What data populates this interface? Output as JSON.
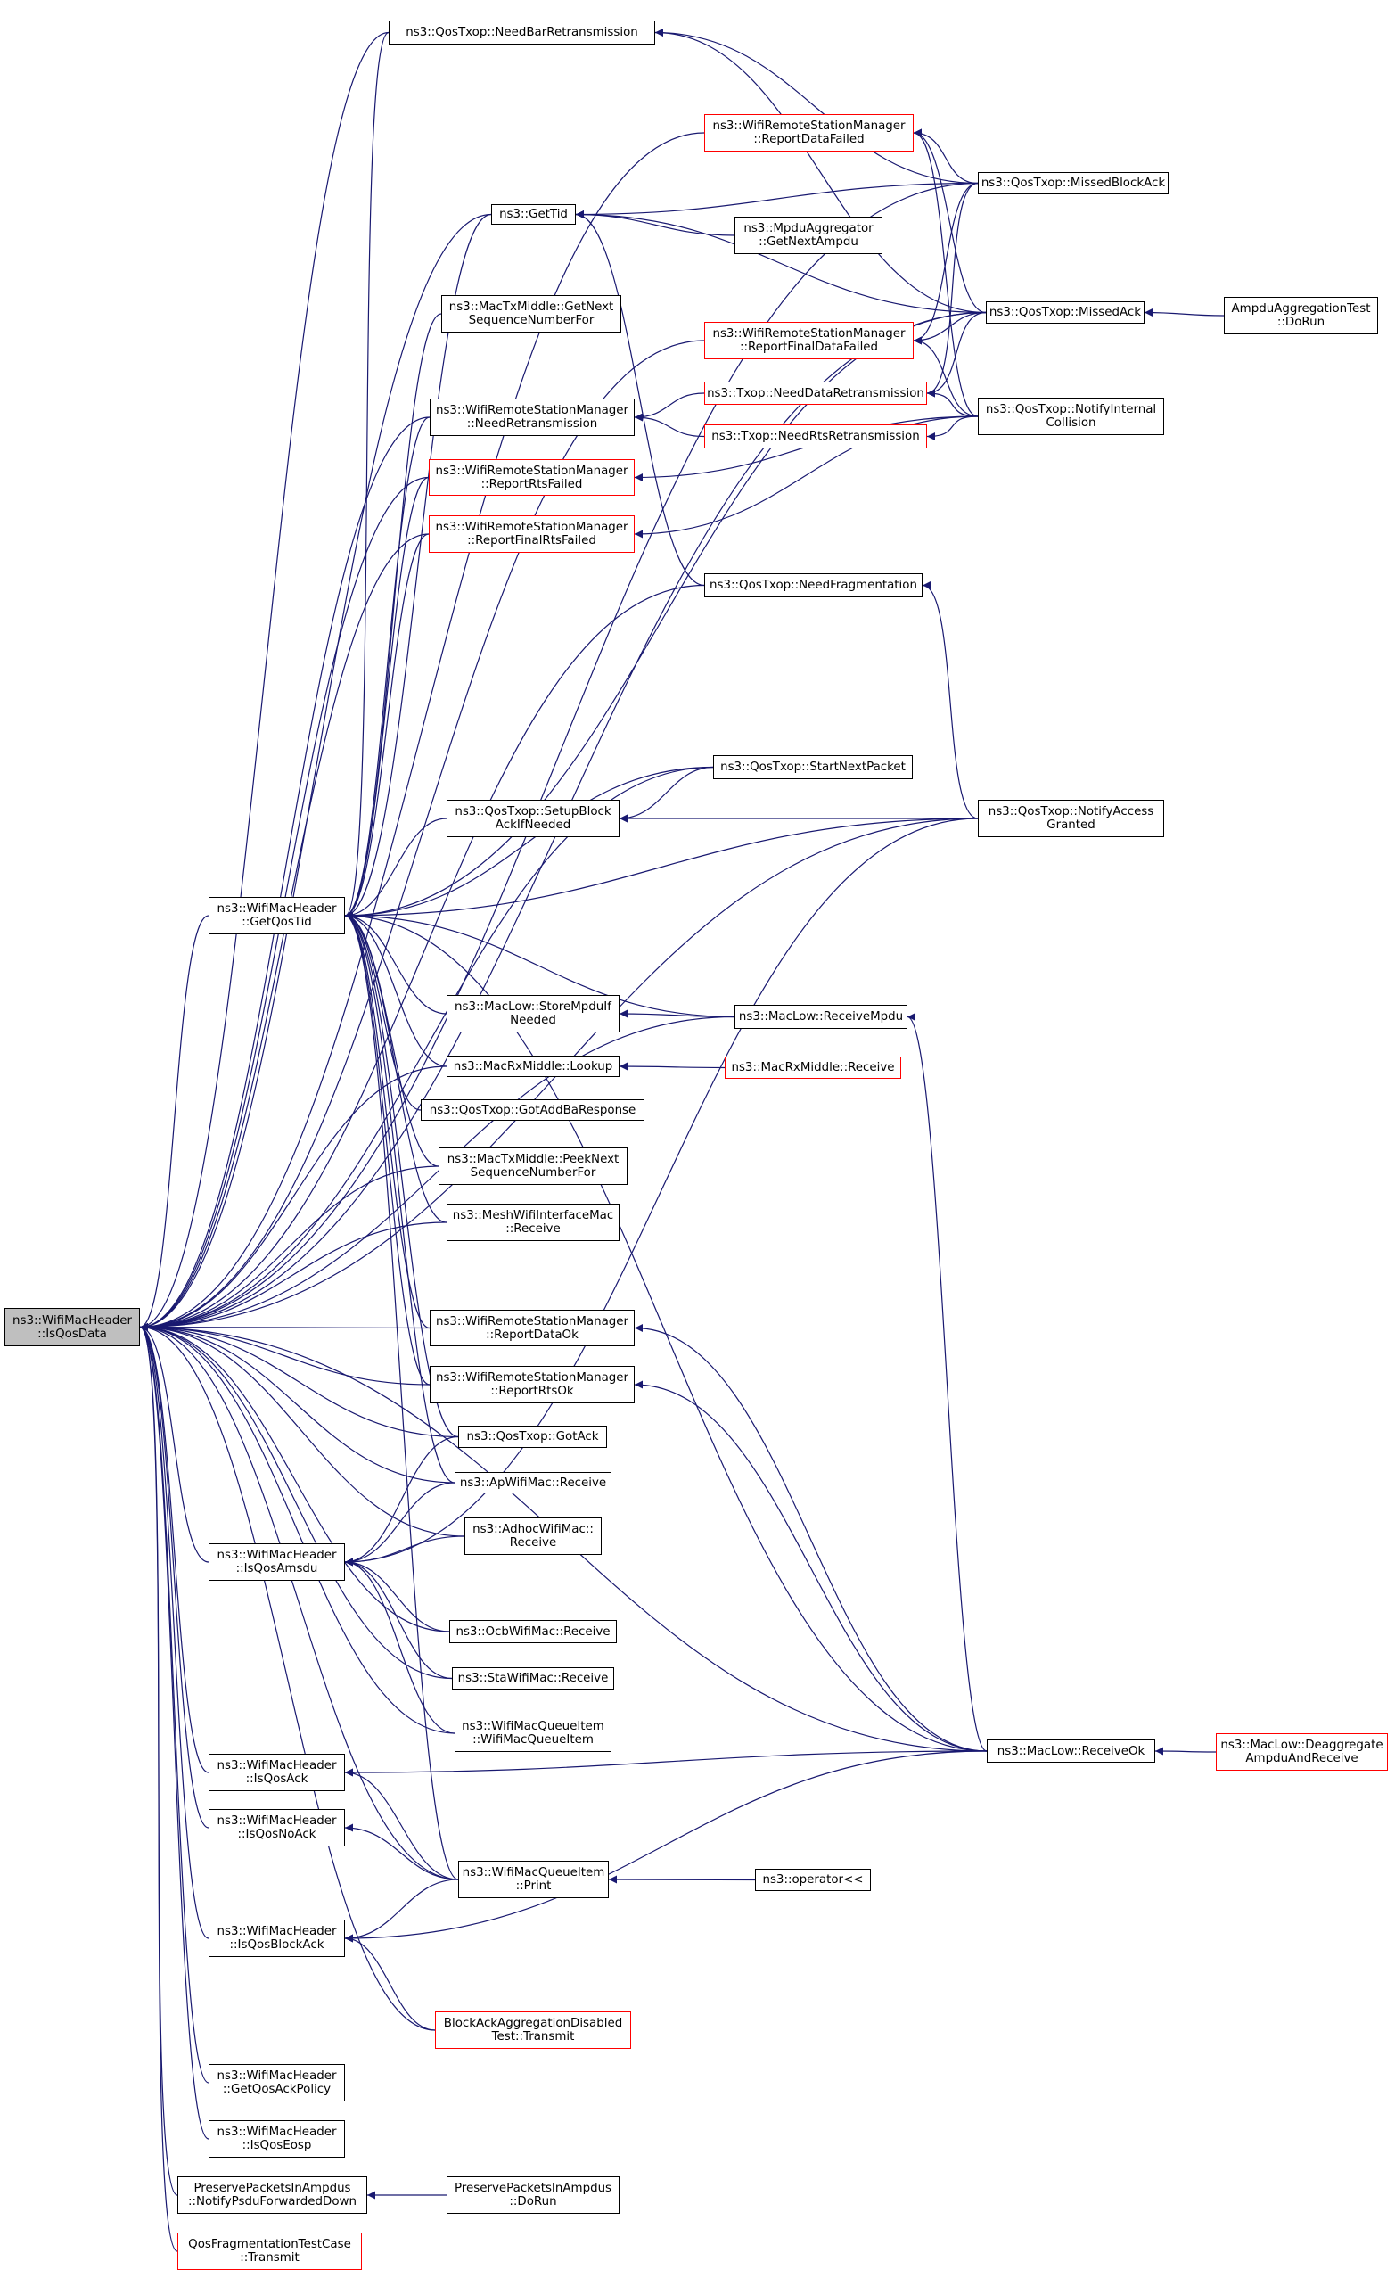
{
  "graph": {
    "edge_color": "#191970",
    "highlight_border_color": "#ff0000",
    "focus_fill_color": "#bfbfbf",
    "nodes": [
      {
        "id": "focus",
        "lines": [
          "ns3::WifiMacHeader",
          "::IsQosData"
        ],
        "style": "focus"
      },
      {
        "id": "needbar",
        "lines": [
          "ns3::QosTxop::NeedBarRetransmission"
        ],
        "style": "normal"
      },
      {
        "id": "rdf",
        "lines": [
          "ns3::WifiRemoteStationManager",
          "::ReportDataFailed"
        ],
        "style": "red"
      },
      {
        "id": "mba",
        "lines": [
          "ns3::QosTxop::MissedBlockAck"
        ],
        "style": "normal"
      },
      {
        "id": "gettid",
        "lines": [
          "ns3::GetTid"
        ],
        "style": "normal"
      },
      {
        "id": "mpdu",
        "lines": [
          "ns3::MpduAggregator",
          "::GetNextAmpdu"
        ],
        "style": "normal"
      },
      {
        "id": "txmid",
        "lines": [
          "ns3::MacTxMiddle::GetNext",
          "SequenceNumberFor"
        ],
        "style": "normal"
      },
      {
        "id": "rffd",
        "lines": [
          "ns3::WifiRemoteStationManager",
          "::ReportFinalDataFailed"
        ],
        "style": "red"
      },
      {
        "id": "ma",
        "lines": [
          "ns3::QosTxop::MissedAck"
        ],
        "style": "normal"
      },
      {
        "id": "ampdutest",
        "lines": [
          "AmpduAggregationTest",
          "::DoRun"
        ],
        "style": "normal"
      },
      {
        "id": "needdata",
        "lines": [
          "ns3::Txop::NeedDataRetransmission"
        ],
        "style": "red"
      },
      {
        "id": "needretx",
        "lines": [
          "ns3::WifiRemoteStationManager",
          "::NeedRetransmission"
        ],
        "style": "normal"
      },
      {
        "id": "notifyint",
        "lines": [
          "ns3::QosTxop::NotifyInternal",
          "Collision"
        ],
        "style": "normal"
      },
      {
        "id": "needrts",
        "lines": [
          "ns3::Txop::NeedRtsRetransmission"
        ],
        "style": "red"
      },
      {
        "id": "rrf",
        "lines": [
          "ns3::WifiRemoteStationManager",
          "::ReportRtsFailed"
        ],
        "style": "red"
      },
      {
        "id": "rfrf",
        "lines": [
          "ns3::WifiRemoteStationManager",
          "::ReportFinalRtsFailed"
        ],
        "style": "red"
      },
      {
        "id": "needfrag",
        "lines": [
          "ns3::QosTxop::NeedFragmentation"
        ],
        "style": "normal"
      },
      {
        "id": "startnext",
        "lines": [
          "ns3::QosTxop::StartNextPacket"
        ],
        "style": "normal"
      },
      {
        "id": "setupba",
        "lines": [
          "ns3::QosTxop::SetupBlock",
          "AckIfNeeded"
        ],
        "style": "normal"
      },
      {
        "id": "notifyacc",
        "lines": [
          "ns3::QosTxop::NotifyAccess",
          "Granted"
        ],
        "style": "normal"
      },
      {
        "id": "getqostid",
        "lines": [
          "ns3::WifiMacHeader",
          "::GetQosTid"
        ],
        "style": "normal"
      },
      {
        "id": "store",
        "lines": [
          "ns3::MacLow::StoreMpduIf",
          "Needed"
        ],
        "style": "normal"
      },
      {
        "id": "recvmpdu",
        "lines": [
          "ns3::MacLow::ReceiveMpdu"
        ],
        "style": "normal"
      },
      {
        "id": "lookup",
        "lines": [
          "ns3::MacRxMiddle::Lookup"
        ],
        "style": "normal"
      },
      {
        "id": "rxrecv",
        "lines": [
          "ns3::MacRxMiddle::Receive"
        ],
        "style": "red"
      },
      {
        "id": "gotaddba",
        "lines": [
          "ns3::QosTxop::GotAddBaResponse"
        ],
        "style": "normal"
      },
      {
        "id": "peek",
        "lines": [
          "ns3::MacTxMiddle::PeekNext",
          "SequenceNumberFor"
        ],
        "style": "normal"
      },
      {
        "id": "mesh",
        "lines": [
          "ns3::MeshWifiInterfaceMac",
          "::Receive"
        ],
        "style": "normal"
      },
      {
        "id": "rdok",
        "lines": [
          "ns3::WifiRemoteStationManager",
          "::ReportDataOk"
        ],
        "style": "normal"
      },
      {
        "id": "rrok",
        "lines": [
          "ns3::WifiRemoteStationManager",
          "::ReportRtsOk"
        ],
        "style": "normal"
      },
      {
        "id": "gotack",
        "lines": [
          "ns3::QosTxop::GotAck"
        ],
        "style": "normal"
      },
      {
        "id": "ap",
        "lines": [
          "ns3::ApWifiMac::Receive"
        ],
        "style": "normal"
      },
      {
        "id": "adhoc",
        "lines": [
          "ns3::AdhocWifiMac::",
          "Receive"
        ],
        "style": "normal"
      },
      {
        "id": "isamsdu",
        "lines": [
          "ns3::WifiMacHeader",
          "::IsQosAmsdu"
        ],
        "style": "normal"
      },
      {
        "id": "ocb",
        "lines": [
          "ns3::OcbWifiMac::Receive"
        ],
        "style": "normal"
      },
      {
        "id": "sta",
        "lines": [
          "ns3::StaWifiMac::Receive"
        ],
        "style": "normal"
      },
      {
        "id": "queueitem",
        "lines": [
          "ns3::WifiMacQueueItem",
          "::WifiMacQueueItem"
        ],
        "style": "normal"
      },
      {
        "id": "isqosack",
        "lines": [
          "ns3::WifiMacHeader",
          "::IsQosAck"
        ],
        "style": "normal"
      },
      {
        "id": "recvok",
        "lines": [
          "ns3::MacLow::ReceiveOk"
        ],
        "style": "normal"
      },
      {
        "id": "deagg",
        "lines": [
          "ns3::MacLow::Deaggregate",
          "AmpduAndReceive"
        ],
        "style": "red"
      },
      {
        "id": "isqosnoack",
        "lines": [
          "ns3::WifiMacHeader",
          "::IsQosNoAck"
        ],
        "style": "normal"
      },
      {
        "id": "print",
        "lines": [
          "ns3::WifiMacQueueItem",
          "::Print"
        ],
        "style": "normal"
      },
      {
        "id": "operator",
        "lines": [
          "ns3::operator<<"
        ],
        "style": "normal"
      },
      {
        "id": "isqosba",
        "lines": [
          "ns3::WifiMacHeader",
          "::IsQosBlockAck"
        ],
        "style": "normal"
      },
      {
        "id": "badisabled",
        "lines": [
          "BlockAckAggregationDisabled",
          "Test::Transmit"
        ],
        "style": "red"
      },
      {
        "id": "getackpolicy",
        "lines": [
          "ns3::WifiMacHeader",
          "::GetQosAckPolicy"
        ],
        "style": "normal"
      },
      {
        "id": "iseosp",
        "lines": [
          "ns3::WifiMacHeader",
          "::IsQosEosp"
        ],
        "style": "normal"
      },
      {
        "id": "preserve",
        "lines": [
          "PreservePacketsInAmpdus",
          "::NotifyPsduForwardedDown"
        ],
        "style": "normal"
      },
      {
        "id": "preserverun",
        "lines": [
          "PreservePacketsInAmpdus",
          "::DoRun"
        ],
        "style": "normal"
      },
      {
        "id": "qosfrag",
        "lines": [
          "QosFragmentationTestCase",
          "::Transmit"
        ],
        "style": "red"
      }
    ],
    "edges": [
      [
        "needbar",
        "focus"
      ],
      [
        "rdf",
        "focus"
      ],
      [
        "mba",
        "focus"
      ],
      [
        "gettid",
        "focus"
      ],
      [
        "rffd",
        "focus"
      ],
      [
        "ma",
        "focus"
      ],
      [
        "needretx",
        "focus"
      ],
      [
        "rrf",
        "focus"
      ],
      [
        "rfrf",
        "focus"
      ],
      [
        "needfrag",
        "focus"
      ],
      [
        "startnext",
        "focus"
      ],
      [
        "notifyacc",
        "focus"
      ],
      [
        "getqostid",
        "focus"
      ],
      [
        "recvmpdu",
        "focus"
      ],
      [
        "lookup",
        "focus"
      ],
      [
        "peek",
        "focus"
      ],
      [
        "mesh",
        "focus"
      ],
      [
        "rdok",
        "focus"
      ],
      [
        "rrok",
        "focus"
      ],
      [
        "gotack",
        "focus"
      ],
      [
        "ap",
        "focus"
      ],
      [
        "adhoc",
        "focus"
      ],
      [
        "isamsdu",
        "focus"
      ],
      [
        "ocb",
        "focus"
      ],
      [
        "sta",
        "focus"
      ],
      [
        "queueitem",
        "focus"
      ],
      [
        "isqosack",
        "focus"
      ],
      [
        "isqosnoack",
        "focus"
      ],
      [
        "print",
        "focus"
      ],
      [
        "recvok",
        "focus"
      ],
      [
        "isqosba",
        "focus"
      ],
      [
        "badisabled",
        "focus"
      ],
      [
        "getackpolicy",
        "focus"
      ],
      [
        "iseosp",
        "focus"
      ],
      [
        "preserve",
        "focus"
      ],
      [
        "qosfrag",
        "focus"
      ],
      [
        "mba",
        "needbar"
      ],
      [
        "ma",
        "needbar"
      ],
      [
        "mba",
        "rdf"
      ],
      [
        "ma",
        "rdf"
      ],
      [
        "notifyint",
        "rdf"
      ],
      [
        "mba",
        "gettid"
      ],
      [
        "mpdu",
        "gettid"
      ],
      [
        "ma",
        "gettid"
      ],
      [
        "needfrag",
        "gettid"
      ],
      [
        "ampdutest",
        "ma"
      ],
      [
        "mba",
        "rffd"
      ],
      [
        "ma",
        "rffd"
      ],
      [
        "notifyint",
        "rffd"
      ],
      [
        "needdata",
        "needretx"
      ],
      [
        "needrts",
        "needretx"
      ],
      [
        "ma",
        "needdata"
      ],
      [
        "mba",
        "needdata"
      ],
      [
        "notifyint",
        "needdata"
      ],
      [
        "notifyint",
        "needrts"
      ],
      [
        "notifyint",
        "rrf"
      ],
      [
        "notifyint",
        "rfrf"
      ],
      [
        "notifyacc",
        "needfrag"
      ],
      [
        "startnext",
        "setupba"
      ],
      [
        "notifyacc",
        "setupba"
      ],
      [
        "needbar",
        "getqostid"
      ],
      [
        "gettid",
        "getqostid"
      ],
      [
        "txmid",
        "getqostid"
      ],
      [
        "needretx",
        "getqostid"
      ],
      [
        "rrf",
        "getqostid"
      ],
      [
        "rfrf",
        "getqostid"
      ],
      [
        "ma",
        "getqostid"
      ],
      [
        "startnext",
        "getqostid"
      ],
      [
        "setupba",
        "getqostid"
      ],
      [
        "notifyacc",
        "getqostid"
      ],
      [
        "store",
        "getqostid"
      ],
      [
        "recvmpdu",
        "getqostid"
      ],
      [
        "lookup",
        "getqostid"
      ],
      [
        "gotaddba",
        "getqostid"
      ],
      [
        "peek",
        "getqostid"
      ],
      [
        "mesh",
        "getqostid"
      ],
      [
        "rdok",
        "getqostid"
      ],
      [
        "rrok",
        "getqostid"
      ],
      [
        "gotack",
        "getqostid"
      ],
      [
        "ap",
        "getqostid"
      ],
      [
        "print",
        "getqostid"
      ],
      [
        "recvok",
        "getqostid"
      ],
      [
        "recvmpdu",
        "store"
      ],
      [
        "rxrecv",
        "lookup"
      ],
      [
        "recvok",
        "recvmpdu"
      ],
      [
        "recvok",
        "rdok"
      ],
      [
        "recvok",
        "rrok"
      ],
      [
        "gotack",
        "isamsdu"
      ],
      [
        "ap",
        "isamsdu"
      ],
      [
        "adhoc",
        "isamsdu"
      ],
      [
        "notifyacc",
        "isamsdu"
      ],
      [
        "ocb",
        "isamsdu"
      ],
      [
        "sta",
        "isamsdu"
      ],
      [
        "queueitem",
        "isamsdu"
      ],
      [
        "recvok",
        "isqosack"
      ],
      [
        "print",
        "isqosack"
      ],
      [
        "print",
        "isqosnoack"
      ],
      [
        "operator",
        "print"
      ],
      [
        "deagg",
        "recvok"
      ],
      [
        "print",
        "isqosba"
      ],
      [
        "recvok",
        "isqosba"
      ],
      [
        "badisabled",
        "isqosba"
      ],
      [
        "preserverun",
        "preserve"
      ]
    ]
  }
}
